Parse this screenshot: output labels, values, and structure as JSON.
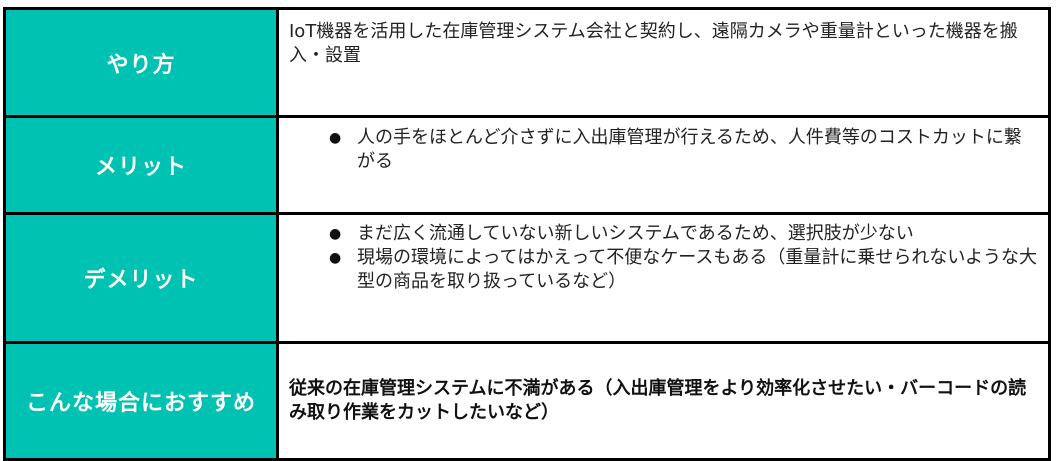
{
  "table": {
    "colors": {
      "label_bg": "#00c2b2",
      "label_text": "#ffffff",
      "border": "#000000",
      "content_text": "#222222"
    },
    "rows": [
      {
        "label": "やり方",
        "content": "IoT機器を活用した在庫管理システム会社と契約し、遠隔カメラや重量計といった機器を搬入・設置"
      },
      {
        "label": "メリット",
        "bullets": [
          "人の手をほとんど介さずに入出庫管理が行えるため、人件費等のコストカットに繋がる"
        ]
      },
      {
        "label": "デメリット",
        "bullets": [
          "まだ広く流通していない新しいシステムであるため、選択肢が少ない",
          "現場の環境によってはかえって不便なケースもある（重量計に乗せられないような大型の商品を取り扱っているなど）"
        ]
      },
      {
        "label": "こんな場合におすすめ",
        "content": "従来の在庫管理システムに不満がある（入出庫管理をより効率化させたい・バーコードの読み取り作業をカットしたいなど）"
      }
    ],
    "bullet_glyph": "●"
  }
}
